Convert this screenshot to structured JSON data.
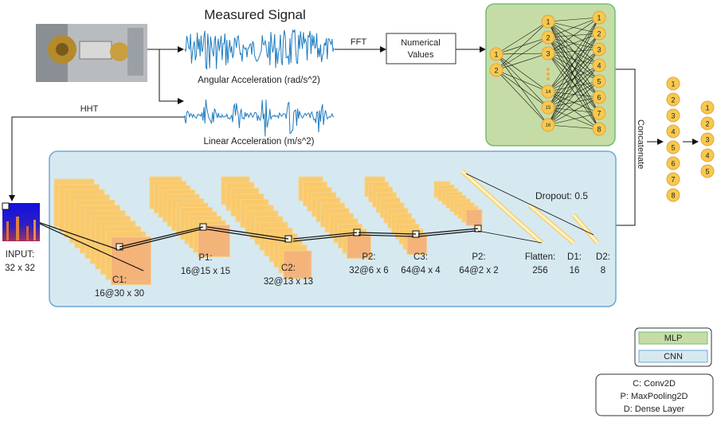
{
  "title": "Measured Signal",
  "signals": {
    "angular": "Angular Acceleration (rad/s^2)",
    "linear": "Linear Acceleration (m/s^2)"
  },
  "fft_label": "FFT",
  "hht_label": "HHT",
  "numerical_values": [
    "Numerical",
    "Values"
  ],
  "concatenate": "Concatenate",
  "mlp": {
    "input_nodes": [
      "1",
      "2"
    ],
    "hidden_nodes": [
      "1",
      "2",
      "3",
      "14",
      "15",
      "16"
    ],
    "output_nodes": [
      "1",
      "2",
      "3",
      "4",
      "5",
      "6",
      "7",
      "8"
    ]
  },
  "concat_nodes": [
    "1",
    "2",
    "3",
    "4",
    "5",
    "6",
    "7",
    "8"
  ],
  "final_nodes": [
    "1",
    "2",
    "3",
    "4",
    "5"
  ],
  "input": [
    "INPUT:",
    "32 x 32"
  ],
  "cnn_layers": [
    {
      "name": "C1:",
      "shape": "16@30 x 30"
    },
    {
      "name": "P1:",
      "shape": "16@15 x 15"
    },
    {
      "name": "C2:",
      "shape": "32@13 x 13"
    },
    {
      "name": "P2:",
      "shape": "32@6 x 6"
    },
    {
      "name": "C3:",
      "shape": "64@4 x 4"
    },
    {
      "name": "P2:",
      "shape": "64@2 x 2"
    },
    {
      "name": "Flatten:",
      "shape": "256"
    },
    {
      "name": "D1:",
      "shape": "16"
    },
    {
      "name": "D2:",
      "shape": "8"
    }
  ],
  "dropout": "Dropout: 0.5",
  "legend": {
    "mlp": "MLP",
    "cnn": "CNN",
    "abbrev": [
      "C: Conv2D",
      "P: MaxPooling2D",
      "D: Dense Layer"
    ]
  },
  "colors": {
    "mlp_fill": "#c6dca6",
    "cnn_fill": "#d6e9f1",
    "node": "#f7c94f",
    "map": "#f6b366",
    "wave": "#1f7cc0"
  }
}
